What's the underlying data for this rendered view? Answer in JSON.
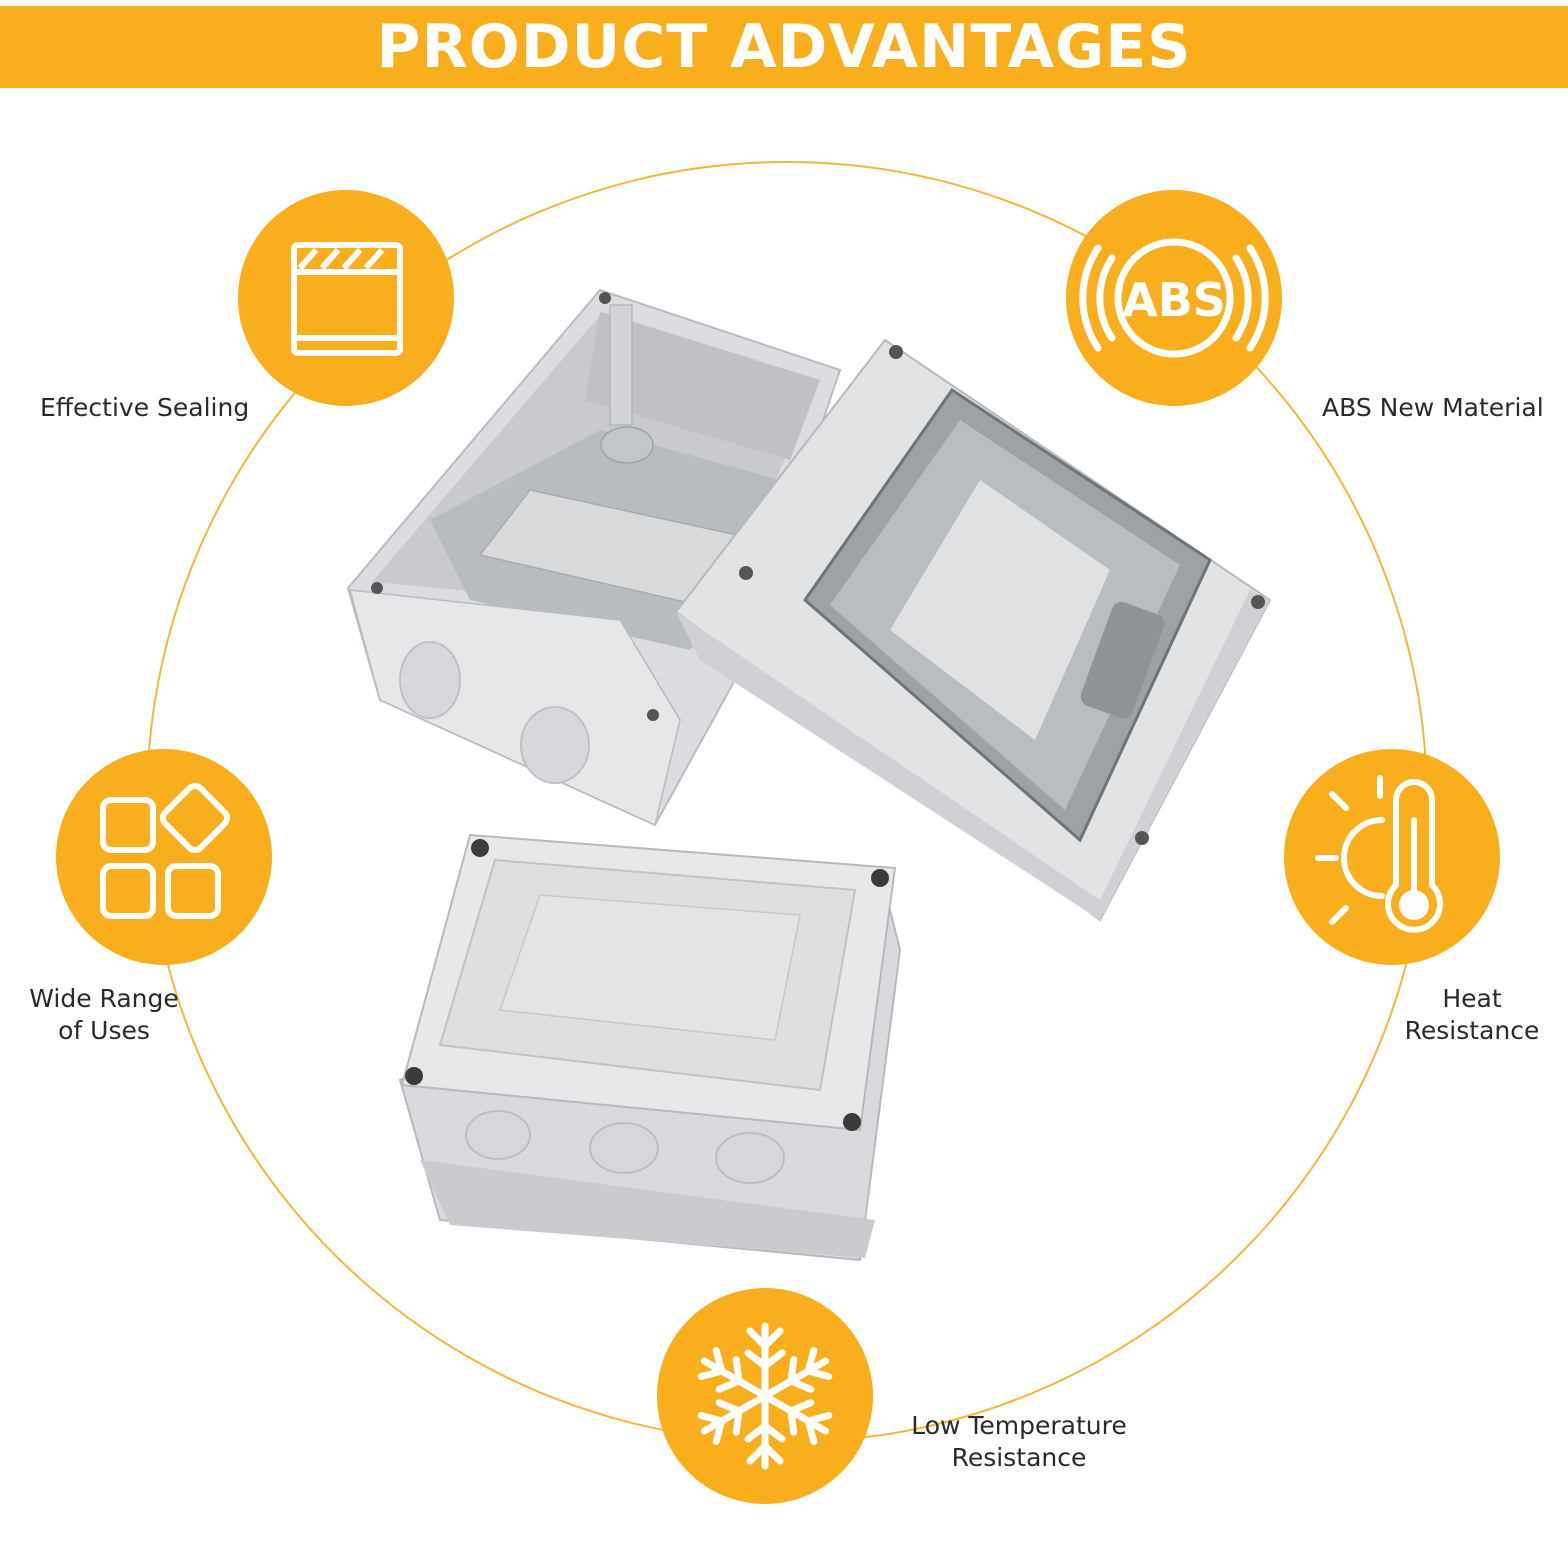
{
  "banner": {
    "title": "PRODUCT ADVANTAGES"
  },
  "colors": {
    "accent": "#f9ae1e",
    "ring": "#f7b63a",
    "box_light": "#e4e5e7",
    "box_mid": "#cfd1d4",
    "box_dark": "#a9adb1",
    "text": "#2a2a2a"
  },
  "features": {
    "sealing": {
      "icon": "sealing-panel-icon",
      "label": "Effective Sealing"
    },
    "abs": {
      "icon": "abs-material-icon",
      "badge": "ABS",
      "label": "ABS New Material"
    },
    "uses": {
      "icon": "app-grid-icon",
      "line1": "Wide Range",
      "line2": "of Uses"
    },
    "heat": {
      "icon": "sun-thermometer-icon",
      "line1": "Heat",
      "line2": "Resistance"
    },
    "cold": {
      "icon": "snowflake-icon",
      "line1": "Low Temperature",
      "line2": "Resistance"
    }
  }
}
